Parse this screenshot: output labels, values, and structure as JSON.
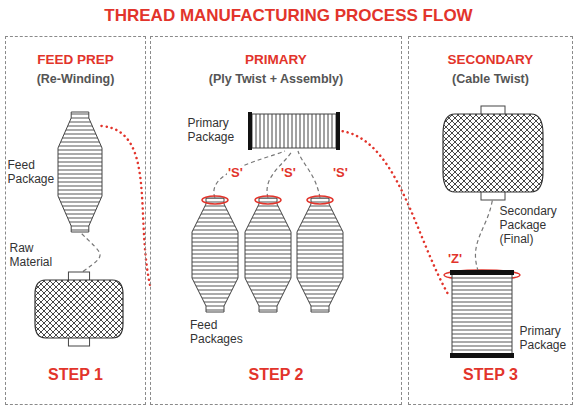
{
  "diagram": {
    "title": "THREAD MANUFACTURING PROCESS FLOW",
    "nodes": [
      {
        "text": [
          "FEED PREP",
          "(Re-Winding)",
          "STEP 1"
        ]
      },
      {
        "text": [
          "Feed Package"
        ],
        "in": 0
      },
      {
        "text": [
          "Raw Material"
        ],
        "in": 0
      },
      {
        "text": [
          "PRIMARY",
          "(Ply Twist + Assembly)",
          "STEP 2"
        ]
      },
      {
        "text": [
          "Primary Package"
        ],
        "in": 3
      },
      {
        "text": [
          "SECONDARY",
          "(Cable Twist)",
          "STEP 3"
        ]
      },
      {
        "text": [
          "Secondary Package (Final)"
        ],
        "in": 5
      },
      {
        "text": [
          "Primary Package"
        ],
        "in": 5
      }
    ],
    "edges": [
      {
        "from": 2,
        "to": 1,
        "arrow": "none"
      },
      {
        "from": 1,
        "to": 3,
        "arrow": "none"
      },
      {
        "from": 4,
        "to": 7,
        "arrow": "none"
      },
      {
        "from": 7,
        "to": 6,
        "arrow": "none"
      }
    ],
    "labels": [
      "'S'",
      "'S'",
      "'S'",
      "Feed Packages",
      "'Z'"
    ]
  }
}
